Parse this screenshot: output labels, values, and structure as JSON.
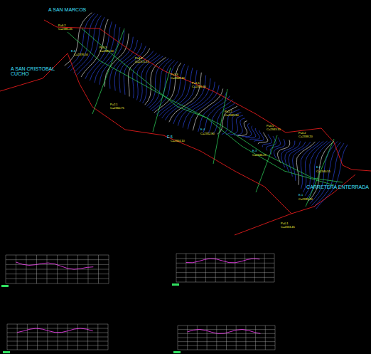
{
  "diagram": {
    "labels": [
      "A SAN MARCOS",
      "A SAN CRISTOBAL CUCHO",
      "CARRETERA ENTERRADA",
      "P=6.2",
      "C=2385.45",
      "P=5.3",
      "C=2381.20",
      "E-6",
      "C=2376.50",
      "P=4.1",
      "C=2372.15",
      "P=3.3",
      "C=2368.40",
      "E-5",
      "C=2364.10",
      "P=2.1",
      "C=2360.75",
      "P=1.5",
      "C=2356.30",
      "E-4",
      "C=2352.80",
      "P=1.2",
      "C=2349.60",
      "E-3",
      "C=2346.25",
      "P=0.5",
      "C=2343.10",
      "E-2",
      "C=2340.55",
      "P=0.2",
      "C=2338.20",
      "E-1",
      "C=2335.70",
      "P=0.1",
      "C=2333.45"
    ]
  }
}
